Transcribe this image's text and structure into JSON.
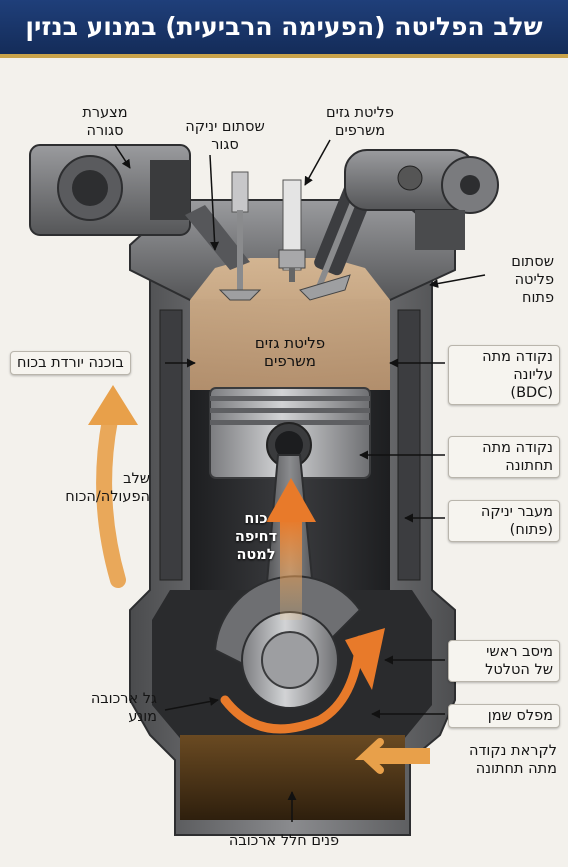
{
  "title": "שלב הפליטה (הפעימה הרביעית) במנוע בנזין",
  "labels": {
    "intake_manifold": "מצערת\nסגורה",
    "intake_valve_closed": "שסתום יניקה\nסגור",
    "exhaust_gas_top": "פליטת גזים\nמשרפים",
    "exhaust_valve_open": "שסתום\nפליטה\nפתוח",
    "piston_down": "בוכנה יורדת בכוח",
    "exhaust_gas_chamber": "פליטת גזים\nמשרפים",
    "tdc": "נקודה מתה\nעליונה\n(BDC)",
    "bdc": "נקודה מתה\nתחתונה",
    "power_stroke": "שלב\nהפעולה/הכוח",
    "intake_port_open": "מעבר יניקה\n(פתוח)",
    "push_force": "כוח\nדחיפה\nלמטה",
    "main_bearing": "מיסב ראשי\nשל הטלטל",
    "crankshaft": "גל ארכובה\nמונע",
    "oil_pan": "מפלס שמן",
    "toward_bdc": "לקראת נקודה\nמתה תחתונה",
    "crankcase": "פנים חלל ארכובה"
  },
  "colors": {
    "title_bg": "#1a3a73",
    "title_accent": "#c9a34a",
    "engine_metal": "#6d6e70",
    "combustion_gas": "#caa781",
    "arrow_orange": "#e8782a"
  }
}
